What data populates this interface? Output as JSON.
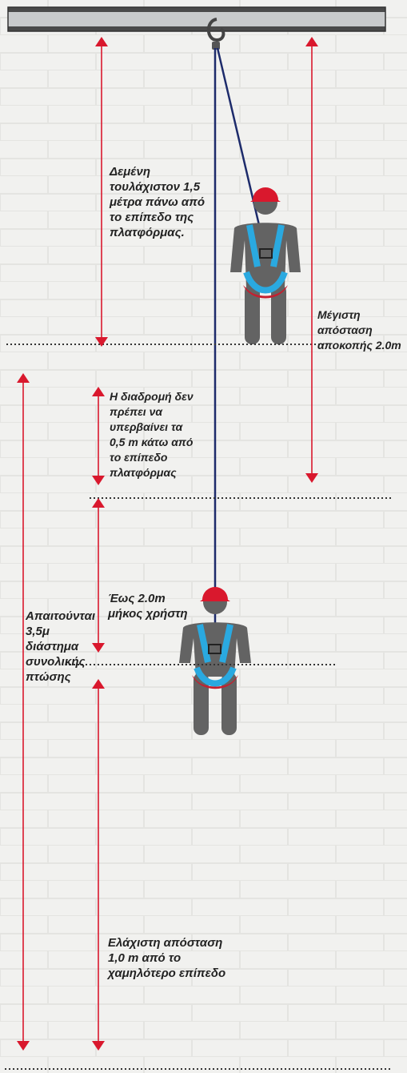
{
  "labels": {
    "anchor_height": "Δεμένη\nτουλάχιστον 1,5\nμέτρα πάνω από\nτο επίπεδο της\nπλατφόρμας.",
    "max_arrest_distance": "Μέγιστη\nαπόσταση\nαποκοπής 2.0m",
    "travel_limit": "Η διαδρομή δεν\nπρέπει να\nυπερβαίνει τα\n0,5 m κάτω από\nτο επίπεδο\nπλατφόρμας",
    "user_length": "Έως 2.0m\nμήκος χρήστη",
    "total_fall_clearance": "Απαιτούνται\n3,5μ\nδιάστημα\nσυνολικής\nπτώσης",
    "min_clearance": "Ελάχιστη απόσταση\n1,0 m από το\nχαμηλότερο επίπεδο"
  },
  "colors": {
    "background": "#f1f1ef",
    "arrow": "#d9182d",
    "beam": "#c9cbcc",
    "beam_edge": "#4a4a4a",
    "lifeline": "#1d2b6b",
    "worker_body": "#636363",
    "helmet": "#d9182d",
    "harness": "#2aa9e0",
    "harness_seat": "#c41f2f",
    "dotted_line": "#333333",
    "text": "#222222"
  },
  "icons": [
    "i-beam-icon",
    "carabiner-hook-icon",
    "worker-standing-icon",
    "worker-hanging-icon"
  ]
}
